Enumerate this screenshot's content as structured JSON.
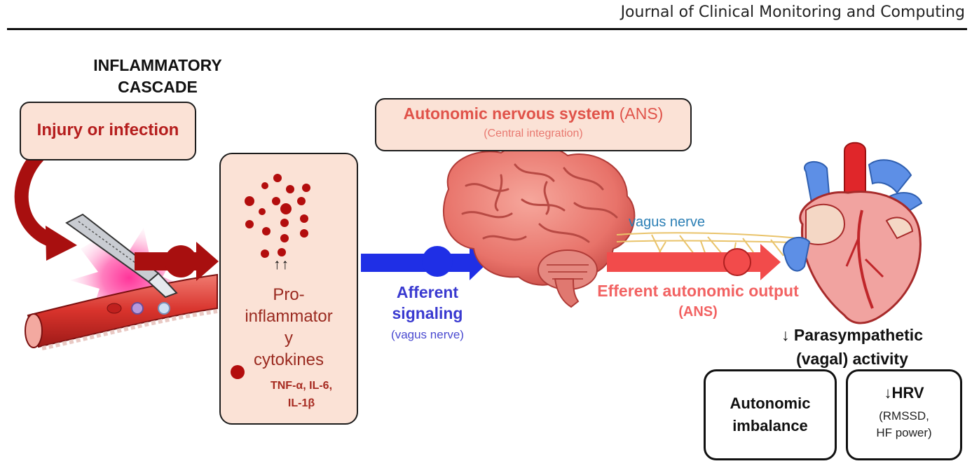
{
  "header": {
    "journal": "Journal of Clinical Monitoring and Computing"
  },
  "cascade": {
    "title_line1": "INFLAMMATORY",
    "title_line2": "CASCADE"
  },
  "injury": {
    "label": "Injury or infection"
  },
  "cytokines": {
    "arrows": "↑↑",
    "line1": "Pro-",
    "line2": "inflammator",
    "line3": "y",
    "line4": "cytokines",
    "examples_line1": "TNF-α, IL-6,",
    "examples_line2": "IL-1β"
  },
  "ans": {
    "title_bold": "Autonomic nervous system",
    "title_abbr": " (ANS)",
    "subtitle": "(Central integration)"
  },
  "afferent": {
    "line1": "Afferent",
    "line2": "signaling",
    "sub": "(vagus nerve)"
  },
  "vagus": {
    "label": "vagus nerve"
  },
  "efferent": {
    "line1": "Efferent autonomic output",
    "line2": "(ANS)"
  },
  "outcome": {
    "para_line1": "↓ Parasympathetic",
    "para_line2": "(vagal) activity",
    "imbalance_line1": "Autonomic",
    "imbalance_line2": "imbalance",
    "hrv_title": "↓HRV",
    "hrv_sub1": "(RMSSD,",
    "hrv_sub2": "HF power)"
  },
  "colors": {
    "dark_red": "#a80f0f",
    "blue": "#1f2fe6",
    "efferent_red": "#f24b4b",
    "box_fill": "#fbe2d6"
  }
}
